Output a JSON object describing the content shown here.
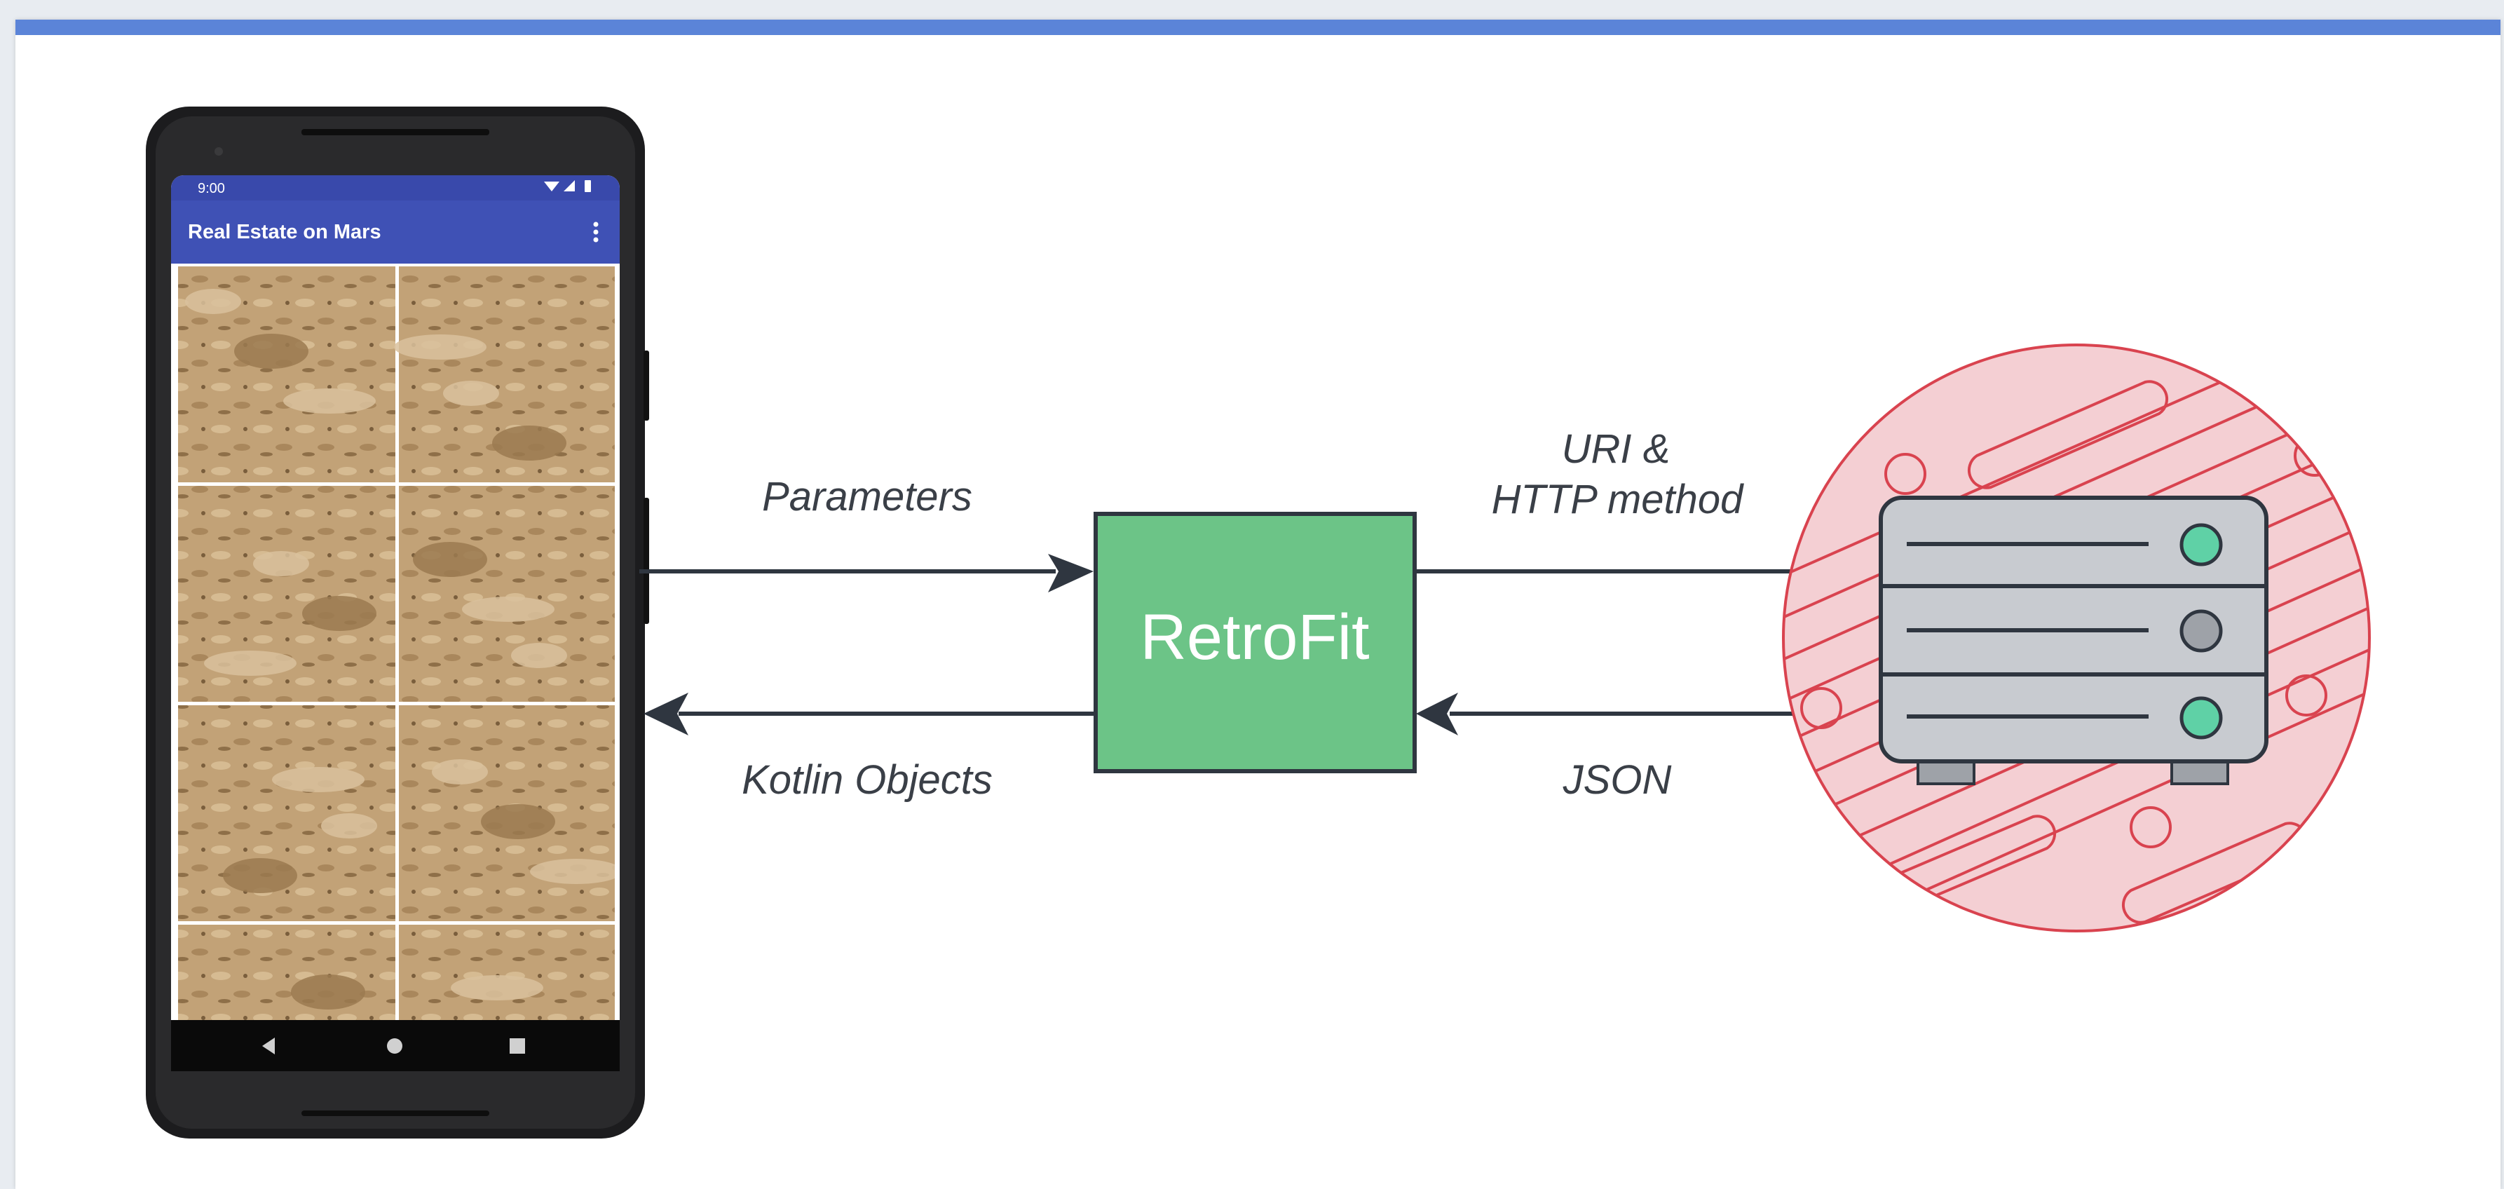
{
  "phone": {
    "status_time": "9:00",
    "app_title": "Real Estate on Mars",
    "grid_rows": 4,
    "grid_cols": 2
  },
  "diagram": {
    "center_label": "RetroFit",
    "label_params": "Parameters",
    "label_kotlin": "Kotlin Objects",
    "label_uri_line1": "URI &",
    "label_uri_line2": "HTTP method",
    "label_json": "JSON"
  },
  "colors": {
    "top_bar": "#5b84d8",
    "app_bar": "#3f51b5",
    "status_bar": "#3949ab",
    "retrofit_box": "#6cc487",
    "arrow": "#2f3640",
    "server_circle": "#f4cfd3",
    "server_stripes": "#d9434f",
    "server_body": "#c8cbd0",
    "led_green": "#5fd1a6",
    "led_gray": "#9ea2a8"
  },
  "icons": [
    "more-vert-icon",
    "wifi-icon",
    "signal-icon",
    "battery-icon",
    "back-nav-icon",
    "home-nav-icon",
    "recents-nav-icon"
  ]
}
